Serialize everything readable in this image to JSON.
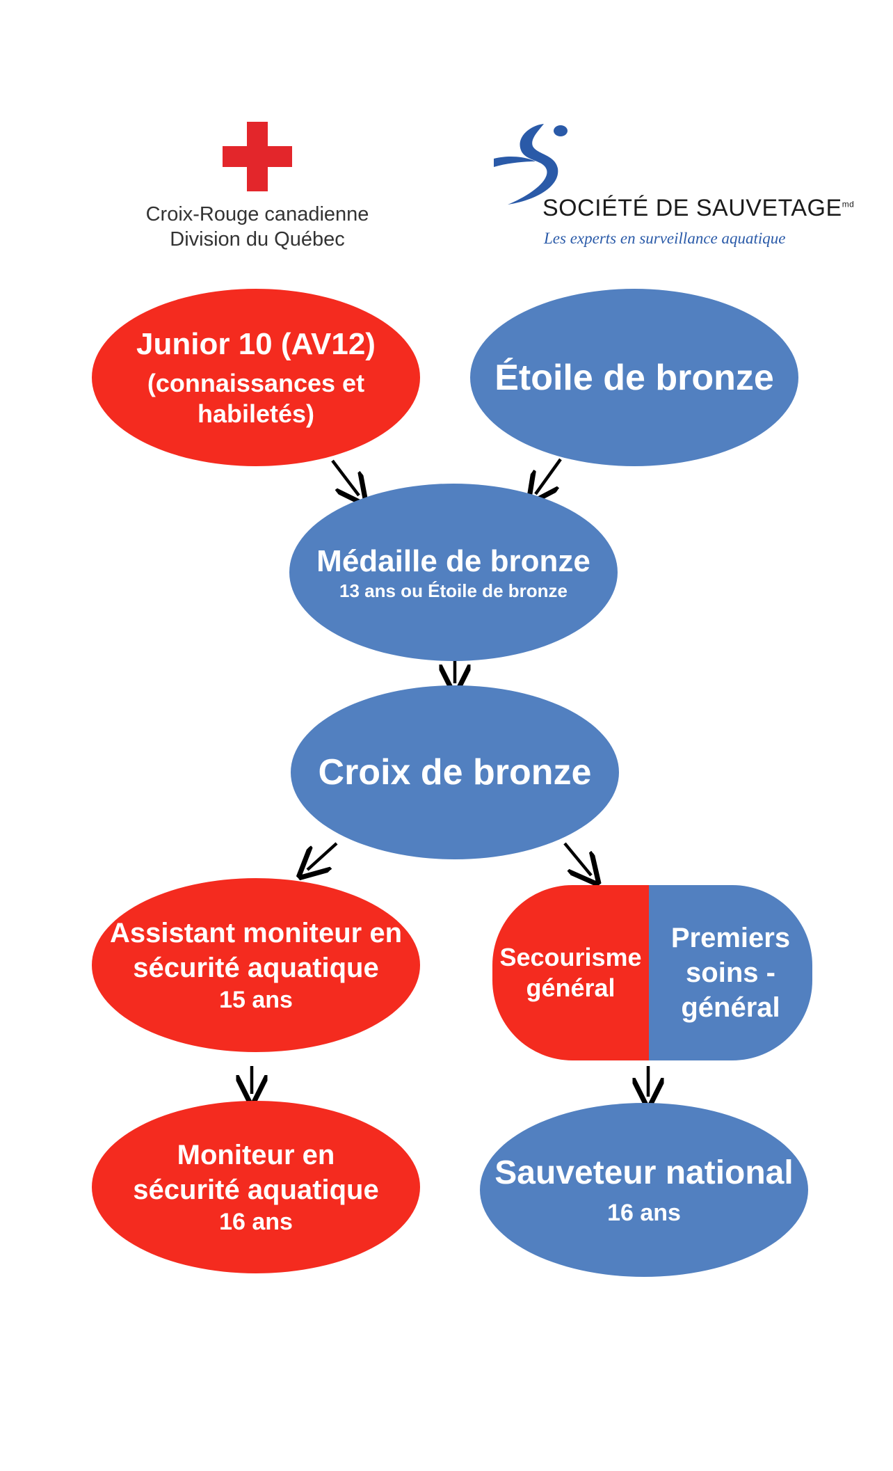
{
  "logos": {
    "red_cross": {
      "line1": "Croix-Rouge canadienne",
      "line2": "Division du Québec",
      "icon": "red-cross-icon",
      "color": "#e3262b"
    },
    "lifesaving": {
      "title": "SOCIÉTÉ DE SAUVETAGE",
      "mark": "md",
      "tagline": "Les experts en surveillance aquatique",
      "icon": "swimmer-s-icon",
      "color": "#2a5aa8"
    }
  },
  "colors": {
    "red": "#f42b1f",
    "blue": "#5280c0",
    "arrow": "#000000"
  },
  "nodes": {
    "junior": {
      "title": "Junior 10 (AV12)",
      "sub1": "(connaissances et",
      "sub2": "habiletés)"
    },
    "etoile": {
      "title": "Étoile de bronze"
    },
    "medaille": {
      "title": "Médaille de bronze",
      "sub": "13 ans ou Étoile de bronze"
    },
    "croix": {
      "title": "Croix de bronze"
    },
    "assistant": {
      "line1": "Assistant moniteur en",
      "line2": "sécurité aquatique",
      "age": "15 ans"
    },
    "secourisme": {
      "line1": "Secourisme",
      "line2": "général"
    },
    "premiers": {
      "line1": "Premiers",
      "line2": "soins -",
      "line3": "général"
    },
    "moniteur": {
      "line1": "Moniteur en",
      "line2": "sécurité aquatique",
      "age": "16 ans"
    },
    "sauveteur": {
      "title": "Sauveteur national",
      "age": "16 ans"
    }
  }
}
